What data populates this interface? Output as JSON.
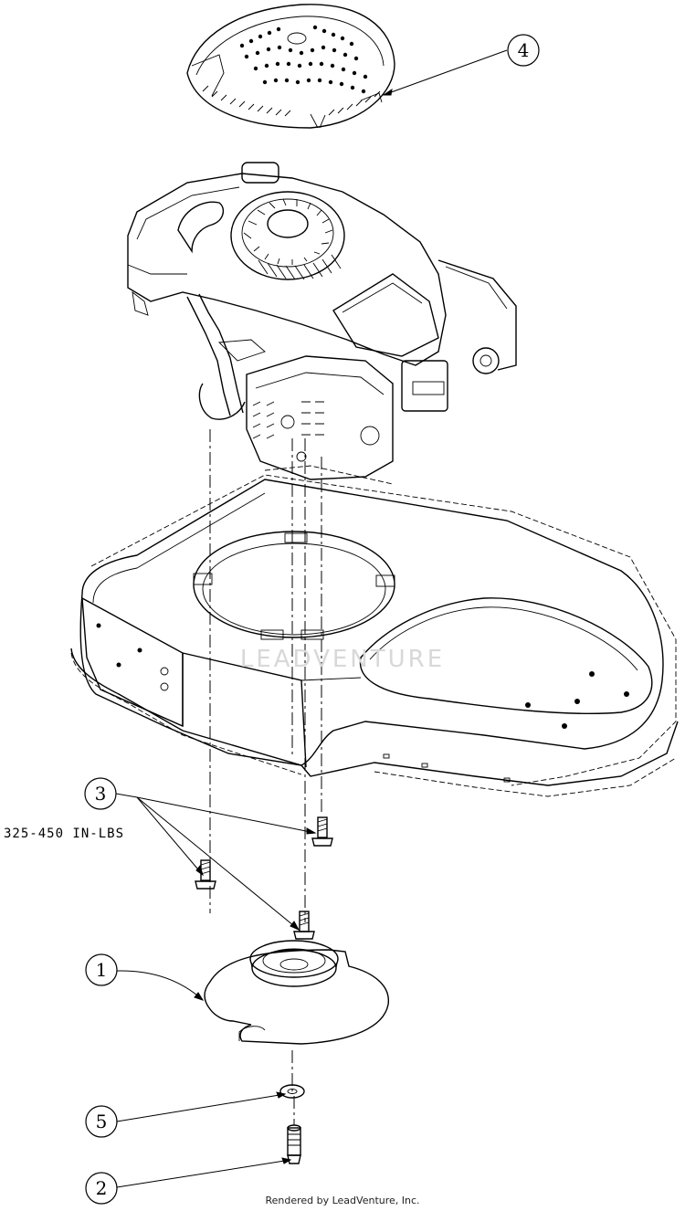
{
  "callouts": [
    {
      "id": "callout-1",
      "label": "1"
    },
    {
      "id": "callout-2",
      "label": "2"
    },
    {
      "id": "callout-3",
      "label": "3"
    },
    {
      "id": "callout-4",
      "label": "4"
    },
    {
      "id": "callout-5",
      "label": "5"
    }
  ],
  "torque_spec": "325-450 IN-LBS",
  "watermark_text": "LEADVENTURE",
  "footer": "Rendered by LeadVenture, Inc."
}
